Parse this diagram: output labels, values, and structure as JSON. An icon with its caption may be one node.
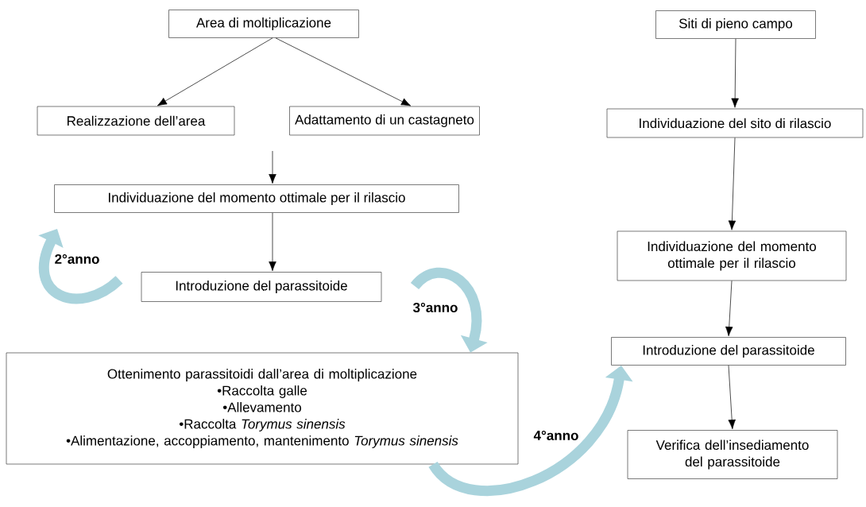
{
  "diagram": {
    "nodes": [
      {
        "text": [
          "Area di moltiplicazione"
        ]
      },
      {
        "text": [
          "Realizzazione dell’area"
        ]
      },
      {
        "text": [
          "Adattamento di un castagneto"
        ]
      },
      {
        "text": [
          "Individuazione del momento ottimale per il rilascio"
        ]
      },
      {
        "text": [
          "Introduzione del parassitoide"
        ]
      },
      {
        "text": [
          "Ottenimento parassitoidi dall’area di moltiplicazione",
          "•Raccolta galle",
          "•Allevamento",
          "•Raccolta *Torymus sinensis*",
          "•Alimentazione, accoppiamento, mantenimento *Torymus sinensis*"
        ]
      },
      {
        "text": [
          "Siti di pieno campo"
        ]
      },
      {
        "text": [
          "Individuazione del sito di rilascio"
        ]
      },
      {
        "text": [
          "Individuazione del momento ottimale per il rilascio"
        ]
      },
      {
        "text": [
          "Introduzione del parassitoide"
        ]
      },
      {
        "text": [
          "Verifica dell’insediamento del parassitoide"
        ]
      }
    ],
    "edges": [
      {
        "from": 0,
        "to": 1,
        "arrow": "to"
      },
      {
        "from": 0,
        "to": 2,
        "arrow": "to"
      },
      {
        "from": null,
        "to": 3,
        "arrow": "to"
      },
      {
        "from": 3,
        "to": 4,
        "arrow": "to"
      },
      {
        "from": null,
        "to": 5,
        "arrow": "to",
        "label": "3°anno",
        "style": "thick",
        "color": "#a9d3dc"
      },
      {
        "from": 5,
        "to": 9,
        "arrow": "to",
        "label": "4°anno",
        "style": "thick",
        "color": "#a9d3dc"
      },
      {
        "from": 6,
        "to": 7,
        "arrow": "to"
      },
      {
        "from": 7,
        "to": 8,
        "arrow": "to"
      },
      {
        "from": 8,
        "to": 9,
        "arrow": "to"
      },
      {
        "from": 9,
        "to": 10,
        "arrow": "to"
      }
    ],
    "labels": [
      "2°anno"
    ]
  }
}
